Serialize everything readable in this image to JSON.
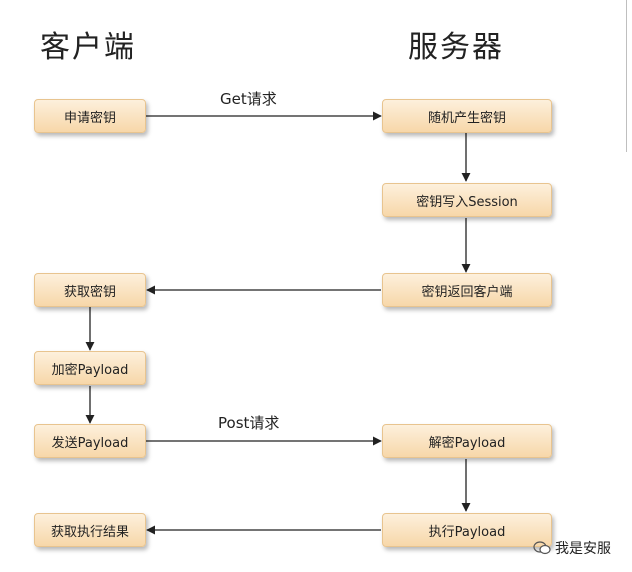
{
  "headings": {
    "client": "客户端",
    "server": "服务器"
  },
  "client_steps": {
    "request_key": "申请密钥",
    "get_key": "获取密钥",
    "encrypt": "加密Payload",
    "send": "发送Payload",
    "get_result": "获取执行结果"
  },
  "server_steps": {
    "random_key": "随机产生密钥",
    "write_session": "密钥写入Session",
    "return_key": "密钥返回客户端",
    "decrypt": "解密Payload",
    "execute": "执行Payload"
  },
  "edges": {
    "get_request": "Get请求",
    "post_request": "Post请求"
  },
  "watermark": {
    "text": "我是安服",
    "icon": "wechat-icon"
  },
  "colors": {
    "box_fill_top": "#fdf0dc",
    "box_fill_bottom": "#f7d7a9",
    "box_border": "#e8c48f",
    "arrow": "#222222"
  }
}
